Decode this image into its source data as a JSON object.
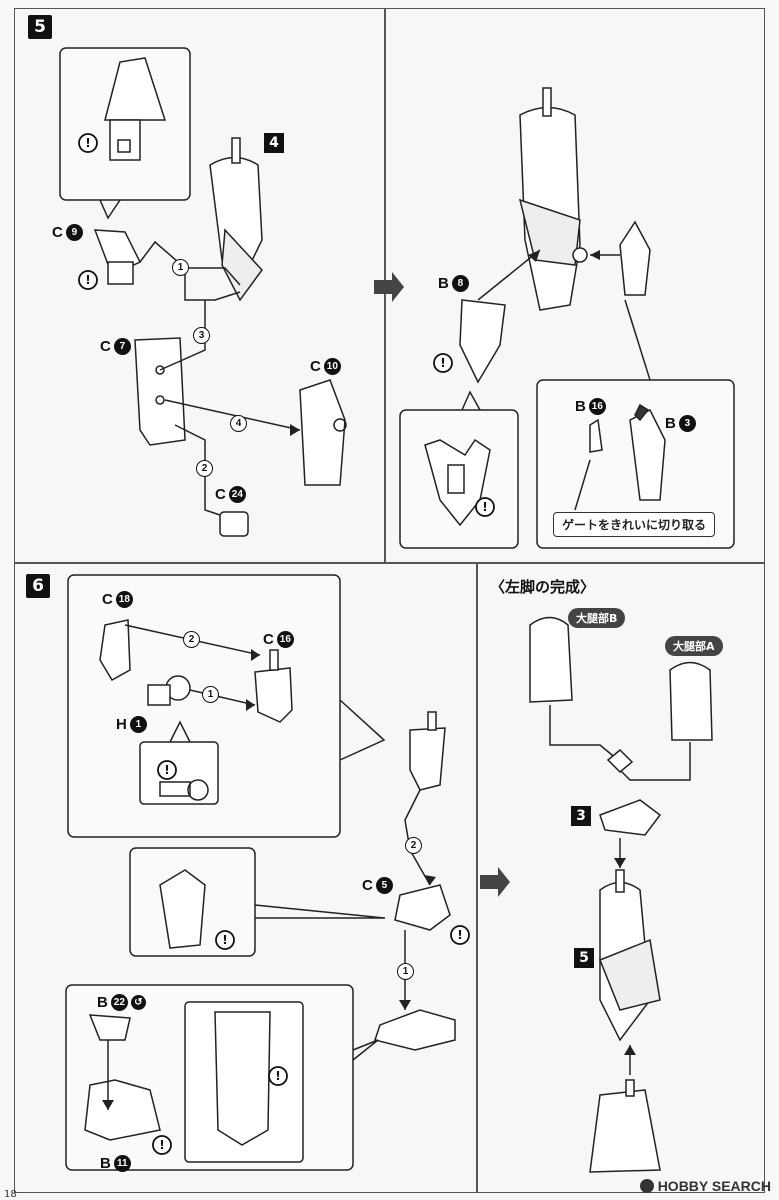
{
  "steps": {
    "step5": "5",
    "step6": "6"
  },
  "step5": {
    "ref_step": "4",
    "labels": {
      "c9": {
        "letter": "C",
        "num": "9"
      },
      "c7": {
        "letter": "C",
        "num": "7"
      },
      "c10": {
        "letter": "C",
        "num": "10"
      },
      "c24": {
        "letter": "C",
        "num": "24"
      },
      "b8": {
        "letter": "B",
        "num": "8"
      },
      "b16": {
        "letter": "B",
        "num": "16"
      },
      "b3": {
        "letter": "B",
        "num": "3"
      }
    },
    "order": [
      "1",
      "3",
      "4",
      "2"
    ],
    "gate_note": "ゲートをきれいに切り取る"
  },
  "step6": {
    "labels": {
      "c18": {
        "letter": "C",
        "num": "18"
      },
      "c16": {
        "letter": "C",
        "num": "16"
      },
      "h1": {
        "letter": "H",
        "num": "1"
      },
      "c5": {
        "letter": "C",
        "num": "5"
      },
      "b22": {
        "letter": "B",
        "num": "22"
      },
      "b11": {
        "letter": "B",
        "num": "11"
      }
    },
    "order": [
      "2",
      "1",
      "2",
      "1"
    ]
  },
  "completion": {
    "title": "〈左脚の完成〉",
    "thigh_b": "大腿部B",
    "thigh_a": "大腿部A",
    "ref3": "3",
    "ref5": "5"
  },
  "footer": {
    "brand": "HOBBY SEARCH",
    "page": "18"
  }
}
